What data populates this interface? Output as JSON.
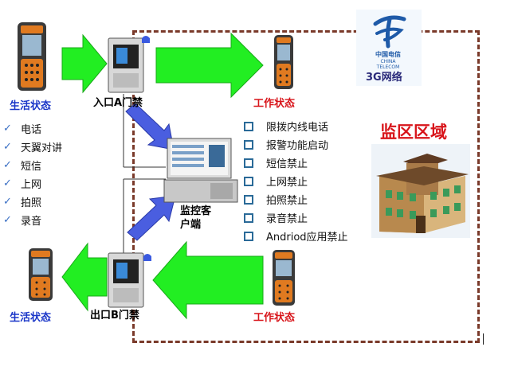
{
  "labels": {
    "life_status_top": "生活状态",
    "life_status_bottom": "生活状态",
    "entrance_gate": "入口A门禁",
    "exit_gate": "出口B门禁",
    "work_status_top": "工作状态",
    "work_status_bottom": "工作状态",
    "monitor_client_line1": "监控客",
    "monitor_client_line2": "户端",
    "zone_title": "监区区域",
    "network": "3G网络",
    "carrier_cn": "中国电信",
    "carrier_en": "CHINA TELECOM"
  },
  "life_functions": [
    "电话",
    "天翼对讲",
    "短信",
    "上网",
    "拍照",
    "录音"
  ],
  "work_restrictions": [
    "限拨内线电话",
    "报警功能启动",
    "短信禁止",
    "上网禁止",
    "拍照禁止",
    "录音禁止",
    "Andriod应用禁止"
  ],
  "colors": {
    "arrow_green": "#22ee22",
    "arrow_blue": "#4a5ee0",
    "label_blue": "#1a36c8",
    "label_red": "#d8141a",
    "border": "#7a3a2a",
    "telecom_blue": "#1e5aa8"
  },
  "icons": {
    "phone": "rugged-phone-icon",
    "gate": "access-gate-icon",
    "siren": "siren-light-icon",
    "monitor": "computer-terminal-icon",
    "building": "prison-building-icon",
    "logo": "china-telecom-logo-icon"
  }
}
